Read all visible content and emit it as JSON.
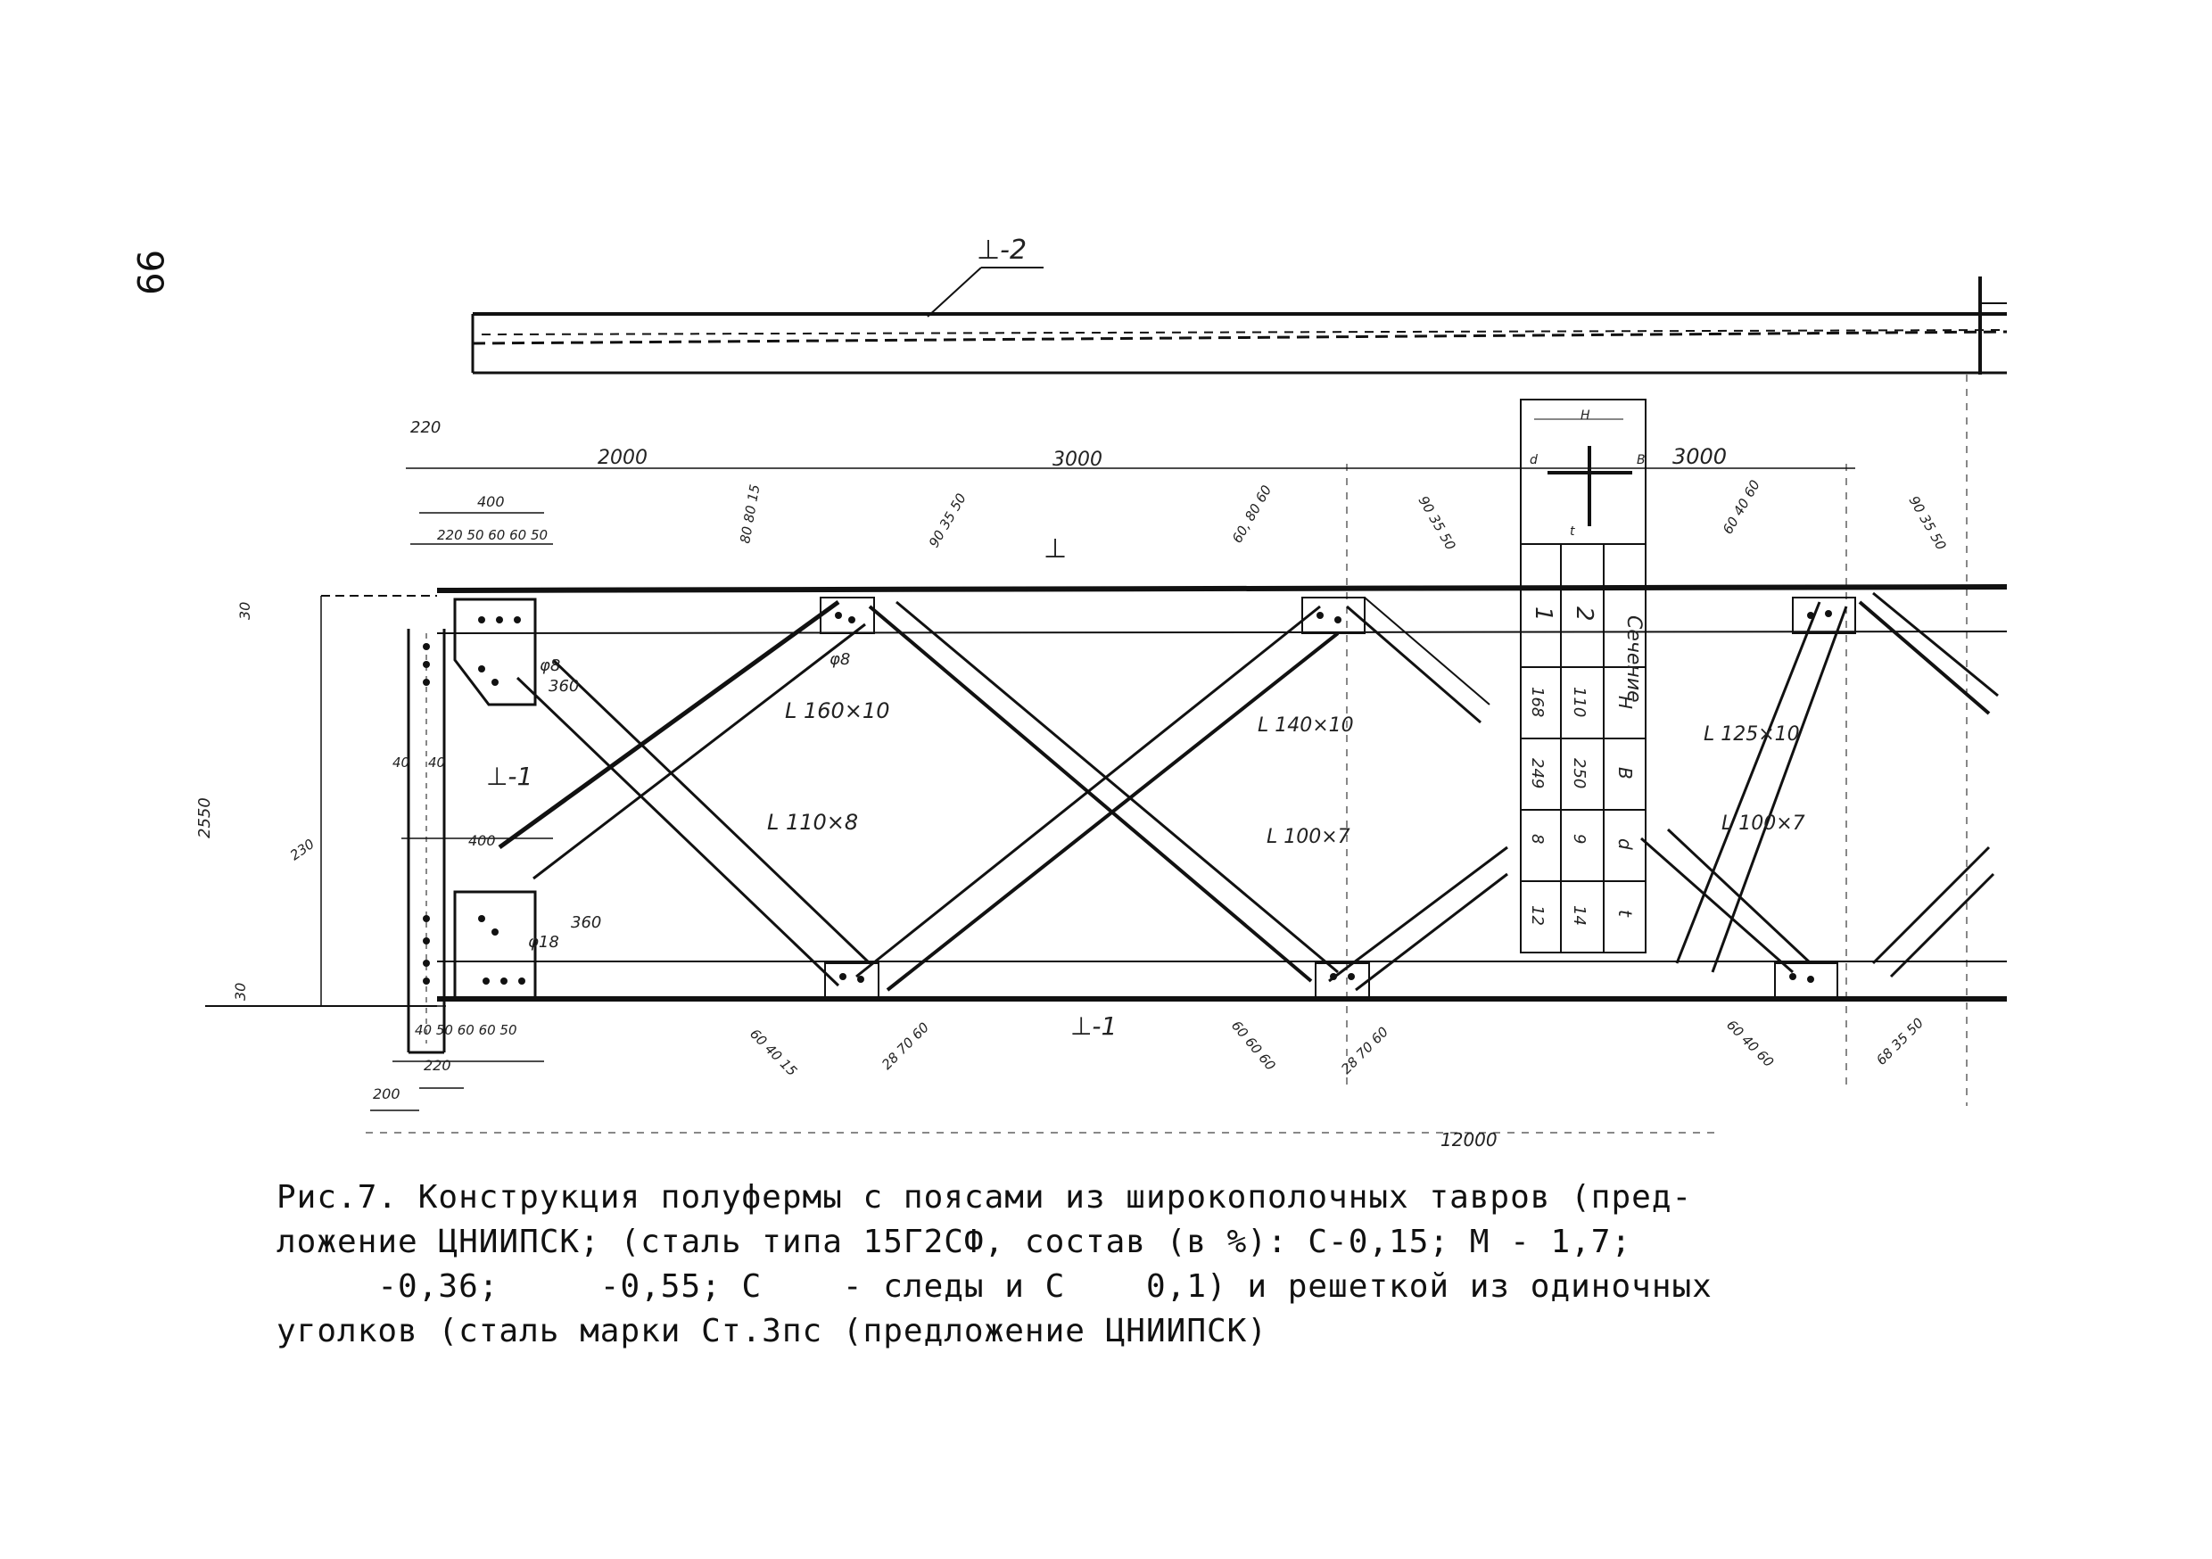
{
  "page_number": "99",
  "labels": {
    "tee_2": "⊥-2",
    "tee_top": "⊥",
    "tee_1_left": "⊥-1",
    "tee_1_bottom": "⊥-1",
    "angle_160": "L 160×10",
    "angle_140": "L 140×10",
    "angle_125": "L 125×10",
    "angle_110": "L 110×8",
    "angle_100a": "L 100×7",
    "angle_100b": "L 100×7",
    "phi8": "φ8",
    "phi8b": "φ8",
    "phi18": "φ18",
    "v360a": "360",
    "v360b": "360"
  },
  "dimensions": {
    "d220_top": "220",
    "d2000": "2000",
    "d3000a": "3000",
    "d3000b": "3000",
    "d400_top": "400",
    "d220_chain": "220 50 60 60 50",
    "d2550": "2550",
    "d30_top": "30",
    "d30_bot": "30",
    "d40a": "40",
    "d40b": "40",
    "d400_mid": "400",
    "d230": "230",
    "d220_bot": "220",
    "d200_bot": "200",
    "d12000": "12000",
    "d40_chain_bot": "40 50 60 60 50",
    "s_80_80_15": "80 80 15",
    "s_90_35_50": "90 35 50",
    "s_60_80_60": "60, 80 60",
    "s_90_35_50b": "90 35 50",
    "s_60_40_60": "60 40 60",
    "s_90_35_50c": "90 35 50",
    "s_60_40_15": "60 40 15",
    "s_28_70_60": "28 70 60",
    "s_60_60_60": "60 60 60",
    "s_28_70_60b": "28 70 60",
    "s_60_40_60b": "60 40 60",
    "s_68_35_50": "68 35 50"
  },
  "section_table": {
    "header": [
      "Сечение",
      "H",
      "B",
      "d",
      "t"
    ],
    "rows": [
      [
        "1",
        "168",
        "249",
        "8",
        "12"
      ],
      [
        "2",
        "110",
        "250",
        "9",
        "14"
      ]
    ],
    "sketch_labels": {
      "b": "B",
      "h": "H",
      "d": "d",
      "t": "t"
    }
  },
  "caption": {
    "lines": [
      "Рис.7. Конструкция полуфермы с поясами из широкополочных тавров (пред-",
      "ложение ЦНИИПСК; (сталь типа 15Г2СФ, состав (в %): С-0,15; М - 1,7;",
      "     -0,36;     -0,55; С    - следы и С    0,1) и решеткой из одиночных",
      "уголков (сталь марки Ст.3пс (предложение ЦНИИПСК)"
    ]
  },
  "colors": {
    "ink": "#111111",
    "paper": "#ffffff"
  }
}
